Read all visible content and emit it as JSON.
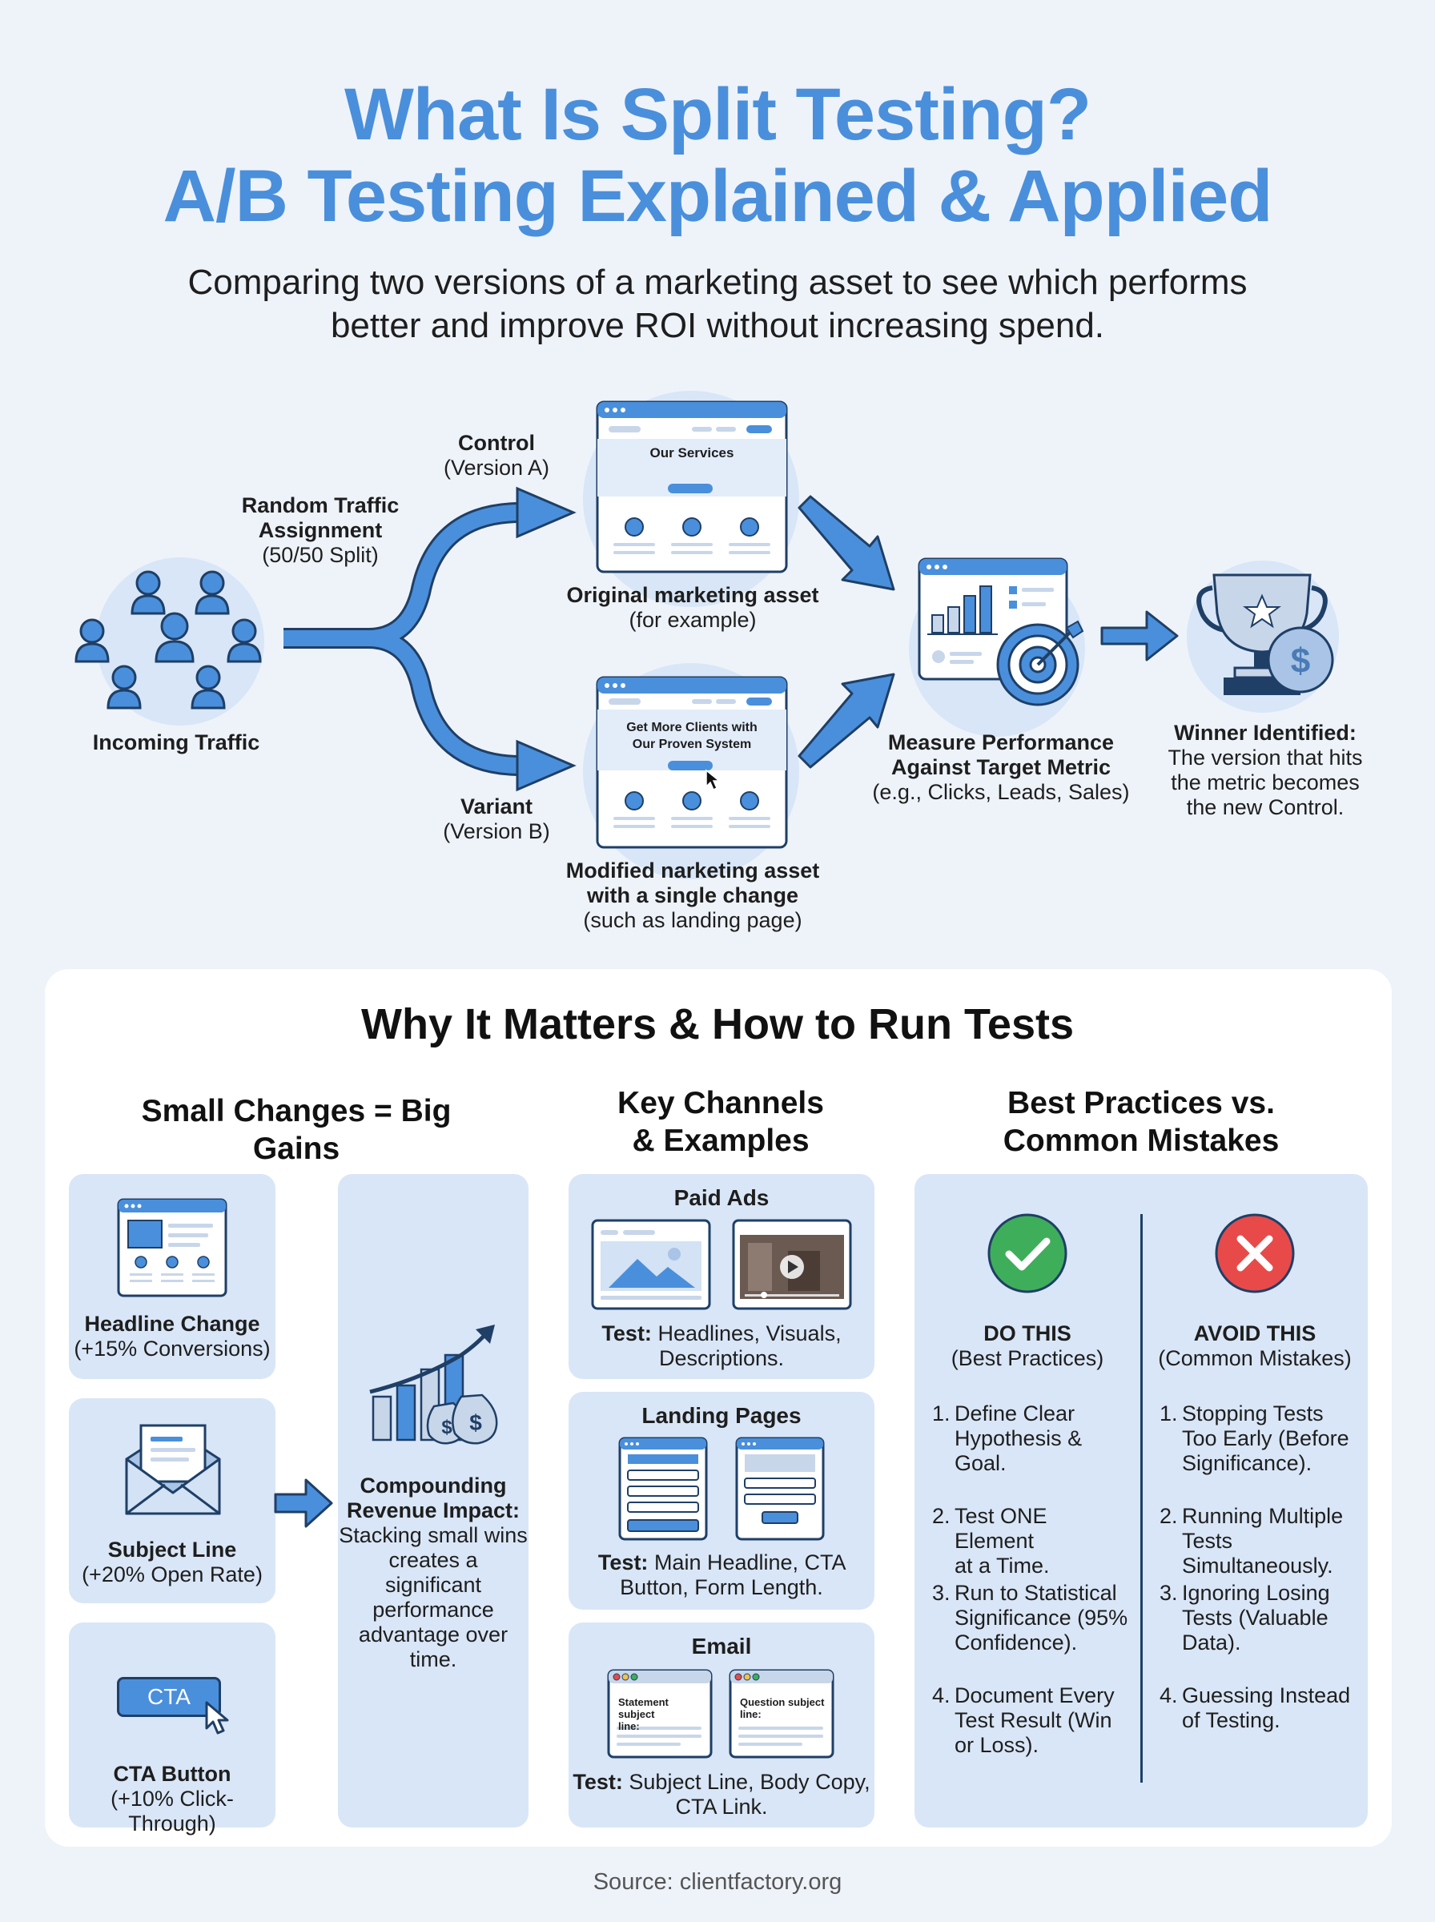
{
  "header": {
    "title_line1": "What Is Split Testing?",
    "title_line2": "A/B Testing Explained & Applied",
    "subtitle_line1": "Comparing two versions of a marketing asset to see which performs",
    "subtitle_line2": "better and improve ROI without increasing spend."
  },
  "flow": {
    "incoming_traffic": "Incoming Traffic",
    "random_assignment_l1": "Random Traffic",
    "random_assignment_l2": "Assignment",
    "random_assignment_l3": "(50/50 Split)",
    "control_title": "Control",
    "control_sub": "(Version A)",
    "variant_title": "Variant",
    "variant_sub": "(Version B)",
    "asset_a_heading": "Our Services",
    "asset_a_caption_l1": "Original marketing asset",
    "asset_a_caption_l2": "(for example)",
    "asset_b_heading_l1": "Get More Clients with",
    "asset_b_heading_l2": "Our Proven System",
    "asset_b_caption_l1": "Modified narketing asset",
    "asset_b_caption_l2": "with a single change",
    "asset_b_caption_l3": "(such as landing page)",
    "measure_l1": "Measure Performance",
    "measure_l2": "Against Target Metric",
    "measure_l3": "(e.g., Clicks, Leads, Sales)",
    "winner_title": "Winner Identified:",
    "winner_l1": "The version that hits",
    "winner_l2": "the metric becomes",
    "winner_l3": "the new Control."
  },
  "section": {
    "title": "Why It Matters & How to Run Tests",
    "col1_title": "Small Changes = Big Gains",
    "col2_title_l1": "Key Channels",
    "col2_title_l2": "& Examples",
    "col3_title_l1": "Best Practices vs.",
    "col3_title_l2": "Common Mistakes"
  },
  "gains": [
    {
      "title": "Headline Change",
      "detail": "(+15% Conversions)"
    },
    {
      "title": "Subject Line",
      "detail": "(+20% Open Rate)"
    },
    {
      "title": "CTA Button",
      "detail": "(+10% Click-Through)"
    }
  ],
  "cta_badge": "CTA",
  "compounding": {
    "title_l1": "Compounding",
    "title_l2": "Revenue Impact:",
    "body": [
      "Stacking small",
      "wins creates a",
      "significant",
      "performance",
      "advantage over",
      "time."
    ]
  },
  "channels": [
    {
      "title": "Paid Ads",
      "test_label": "Test:",
      "test_l1": " Headlines, Visuals,",
      "test_l2": "Descriptions."
    },
    {
      "title": "Landing Pages",
      "test_label": "Test:",
      "test_l1": " Main Headline, CTA",
      "test_l2": "Button, Form Length."
    },
    {
      "title": "Email",
      "test_label": "Test:",
      "test_l1": " Subject Line, Body",
      "test_l2": "Copy, CTA Link."
    }
  ],
  "email_mock": {
    "left_l1": "Statement subject",
    "left_l2": "line:",
    "right_l1": "Question subject",
    "right_l2": "line:"
  },
  "do": {
    "title": "DO THIS",
    "sub": "(Best Practices)",
    "items": [
      [
        "1.",
        "Define Clear",
        "Hypothesis &",
        "Goal."
      ],
      [
        "2.",
        "Test ONE Element",
        "at a Time."
      ],
      [
        "3.",
        "Run to Statistical",
        "Significance (95%",
        "Confidence)."
      ],
      [
        "4.",
        "Document Every",
        "Test Result (Win",
        "or Loss)."
      ]
    ]
  },
  "avoid": {
    "title": "AVOID THIS",
    "sub": "(Common Mistakes)",
    "items": [
      [
        "1.",
        "Stopping Tests",
        "Too Early (Before",
        "Significance)."
      ],
      [
        "2.",
        "Running Multiple",
        "Tests",
        "Simultaneously."
      ],
      [
        "3.",
        "Ignoring Losing",
        "Tests (Valuable",
        "Data)."
      ],
      [
        "4.",
        "Guessing Instead",
        "of Testing."
      ]
    ]
  },
  "source": "Source: clientfactory.org",
  "colors": {
    "accent": "#4a8fdb",
    "icon_blue": "#4a8fdb",
    "card_bg": "#d9e6f7",
    "green": "#3fae5a",
    "red": "#e84a4a"
  }
}
